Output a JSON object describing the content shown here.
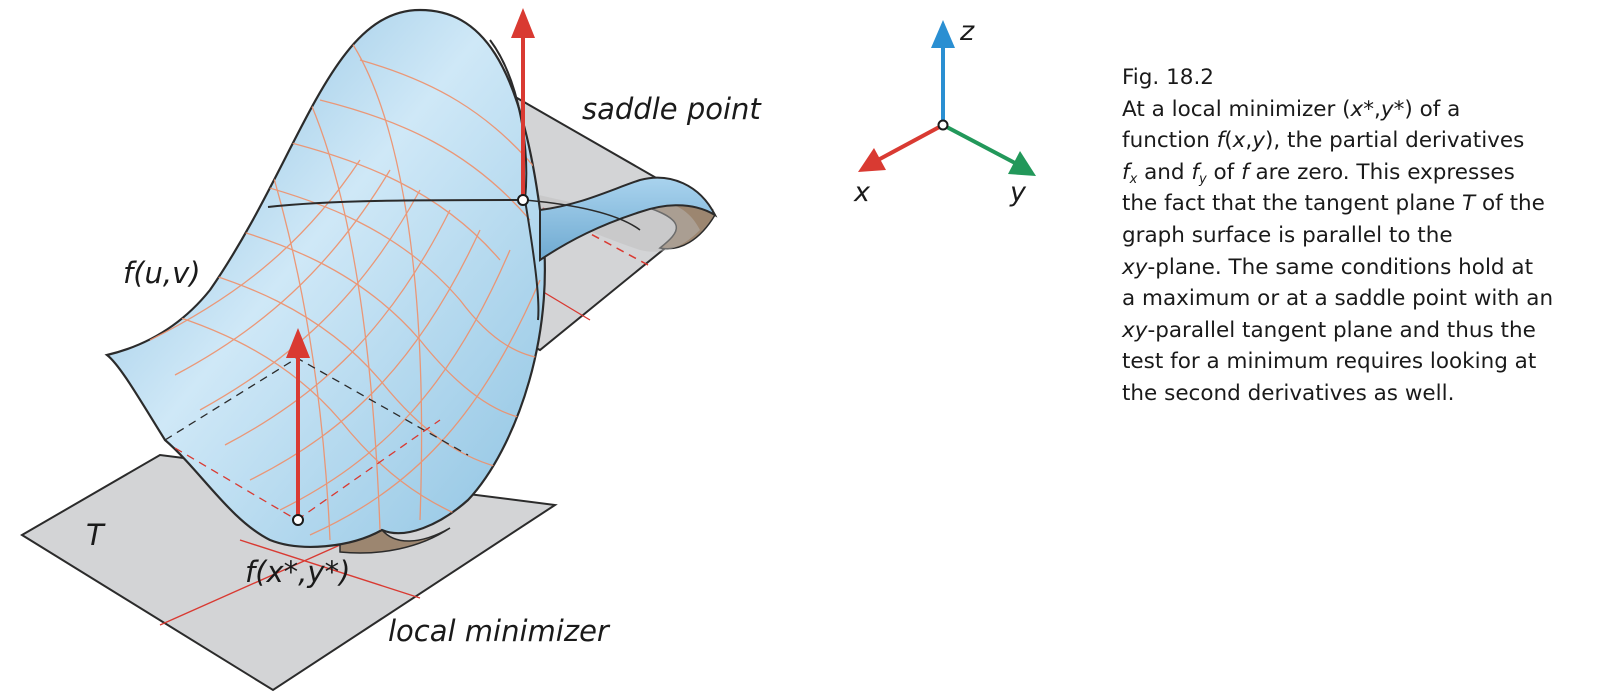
{
  "labels": {
    "surface": "f(u,v)",
    "saddle": "saddle point",
    "plane": "T",
    "min_value": "f(x*,y*)",
    "minimizer": "local minimizer"
  },
  "axes": {
    "x": "x",
    "y": "y",
    "z": "z"
  },
  "caption": {
    "fig": "Fig. 18.2",
    "l1a": "At a local minimizer (",
    "l1b": "x",
    "l1c": "*,",
    "l1d": "y",
    "l1e": "*) of a",
    "l2a": "function ",
    "l2b": "f",
    "l2c": "(",
    "l2d": "x",
    "l2e": ",",
    "l2f": "y",
    "l2g": "), the partial derivatives",
    "l3a": "f",
    "l3b": "x",
    "l3c": " and ",
    "l3d": "f",
    "l3e": "y",
    "l3f": " of ",
    "l3g": "f",
    "l3h": " are zero. This expresses",
    "l4a": "the fact that the tangent plane ",
    "l4b": "T",
    "l4c": " of the",
    "l5": "graph surface is parallel to the",
    "l6a": "xy",
    "l6b": "-plane. The same conditions hold at",
    "l7": "a maximum or at a saddle point with an",
    "l8a": "xy",
    "l8b": "-parallel tangent plane and thus the",
    "l9": "test for a minimum requires looking at",
    "l10": "the second derivatives as well."
  },
  "colors": {
    "surface_light": "#cfe8f7",
    "surface_dark": "#7fb8dc",
    "surface_underside": "#9c8670",
    "plane": "#d3d4d6",
    "grid": "#ef8f6a",
    "normal_arrow": "#d93a32",
    "axis_x": "#d93a32",
    "axis_y": "#22985a",
    "axis_z": "#2a8fd2",
    "outline": "#2b2b2b"
  }
}
